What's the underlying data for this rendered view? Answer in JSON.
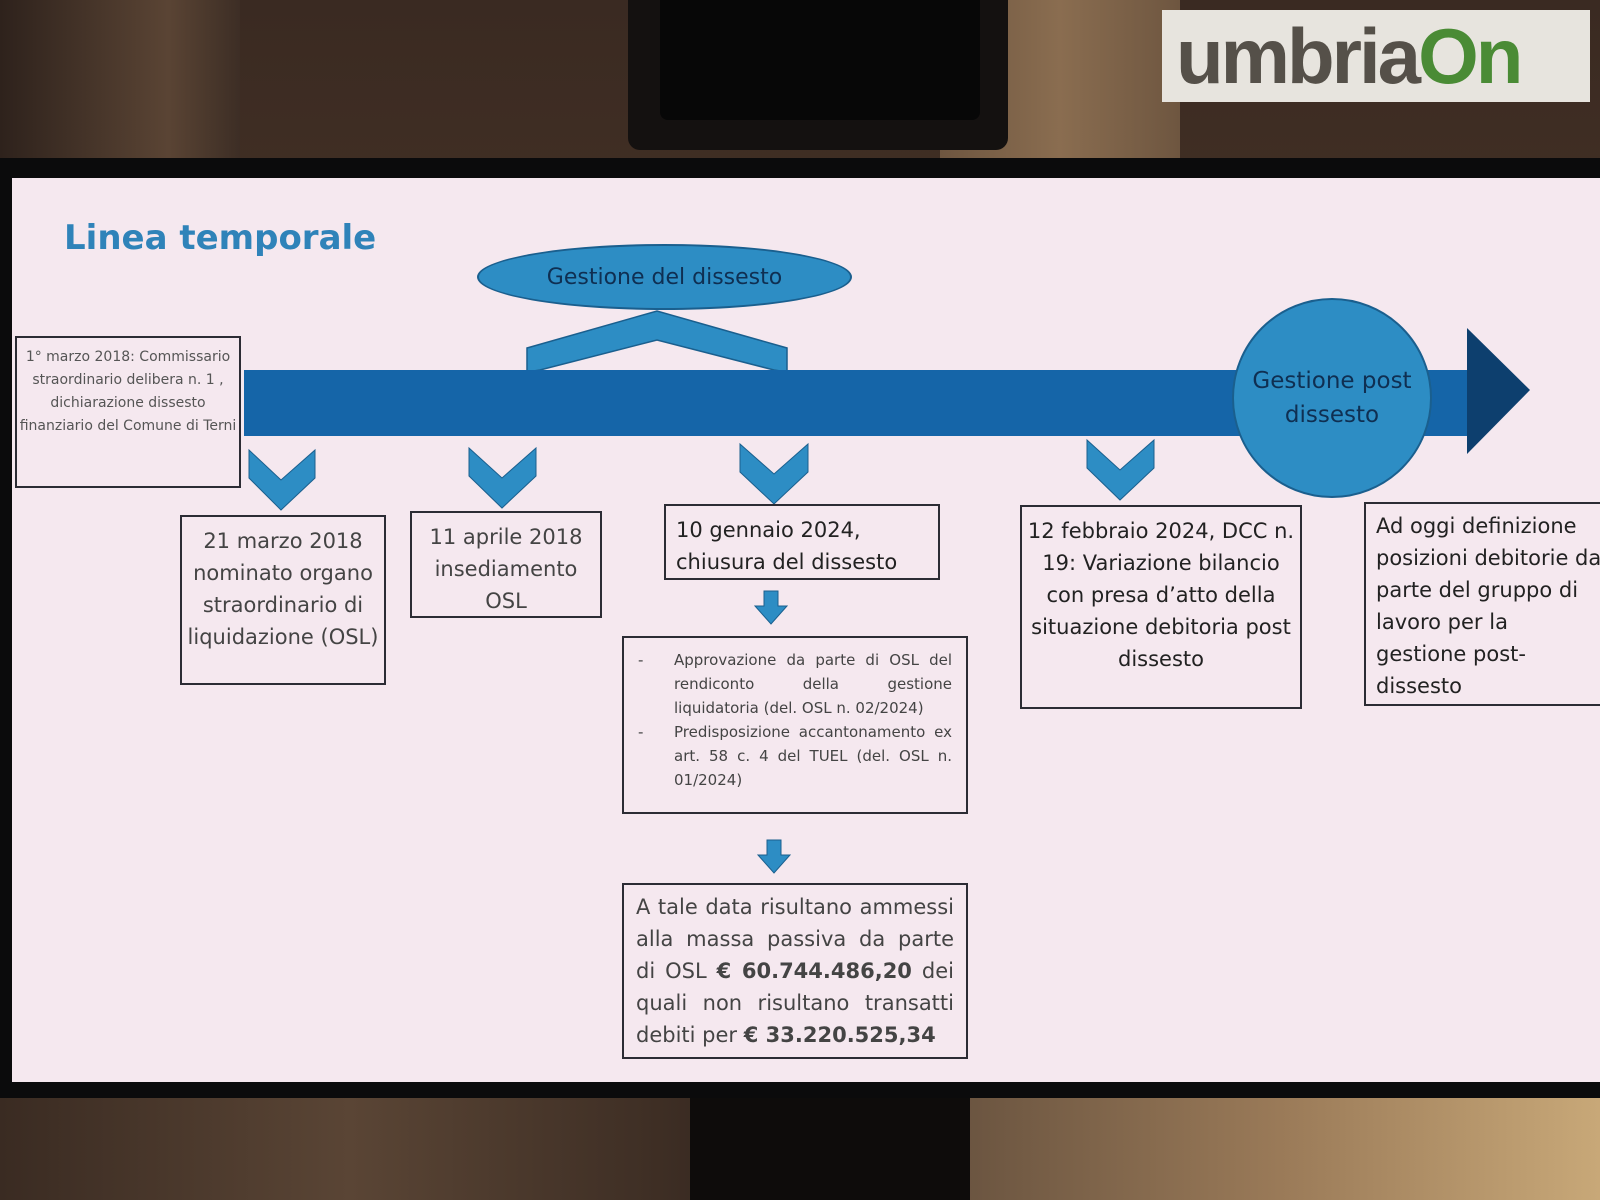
{
  "watermark": {
    "part1": "umbria",
    "part2": "On"
  },
  "slide": {
    "title": "Linea temporale",
    "phase_main": "Gestione del dissesto",
    "phase_post": "Gestione post dissesto",
    "events": [
      {
        "text": "1° marzo 2018: Commissario straordinario delibera n. 1 , dichiarazione dissesto finanziario del Comune di Terni"
      },
      {
        "text": "21 marzo 2018 nominato organo straordinario di liquidazione (OSL)"
      },
      {
        "text": "11 aprile 2018 insediamento OSL"
      },
      {
        "text": "10 gennaio 2024, chiusura del dissesto"
      },
      {
        "text": "12 febbraio 2024, DCC n. 19: Variazione bilancio con presa d’atto della situazione debitoria post dissesto"
      },
      {
        "text": "Ad oggi definizione posizioni debitorie da parte del gruppo di lavoro per la gestione post-dissesto"
      }
    ],
    "closure_details": [
      "Approvazione da parte di OSL del rendiconto della gestione liquidatoria (del. OSL n. 02/2024)",
      "Predisposizione accantonamento ex art. 58 c. 4 del TUEL (del. OSL n. 01/2024)"
    ],
    "result": {
      "text_before": "A tale data risultano ammessi alla massa passiva da parte di OSL",
      "amount_admitted": "€ 60.744.486,20",
      "text_middle": "dei quali non risultano transatti debiti per",
      "amount_unsettled": "€ 33.220.525,34"
    }
  },
  "colors": {
    "accent": "#2d8dc4",
    "axis": "#1565a8",
    "axis_dark": "#0d3f6e",
    "title": "#2f83b9",
    "slide_bg": "#f5e8ef"
  }
}
